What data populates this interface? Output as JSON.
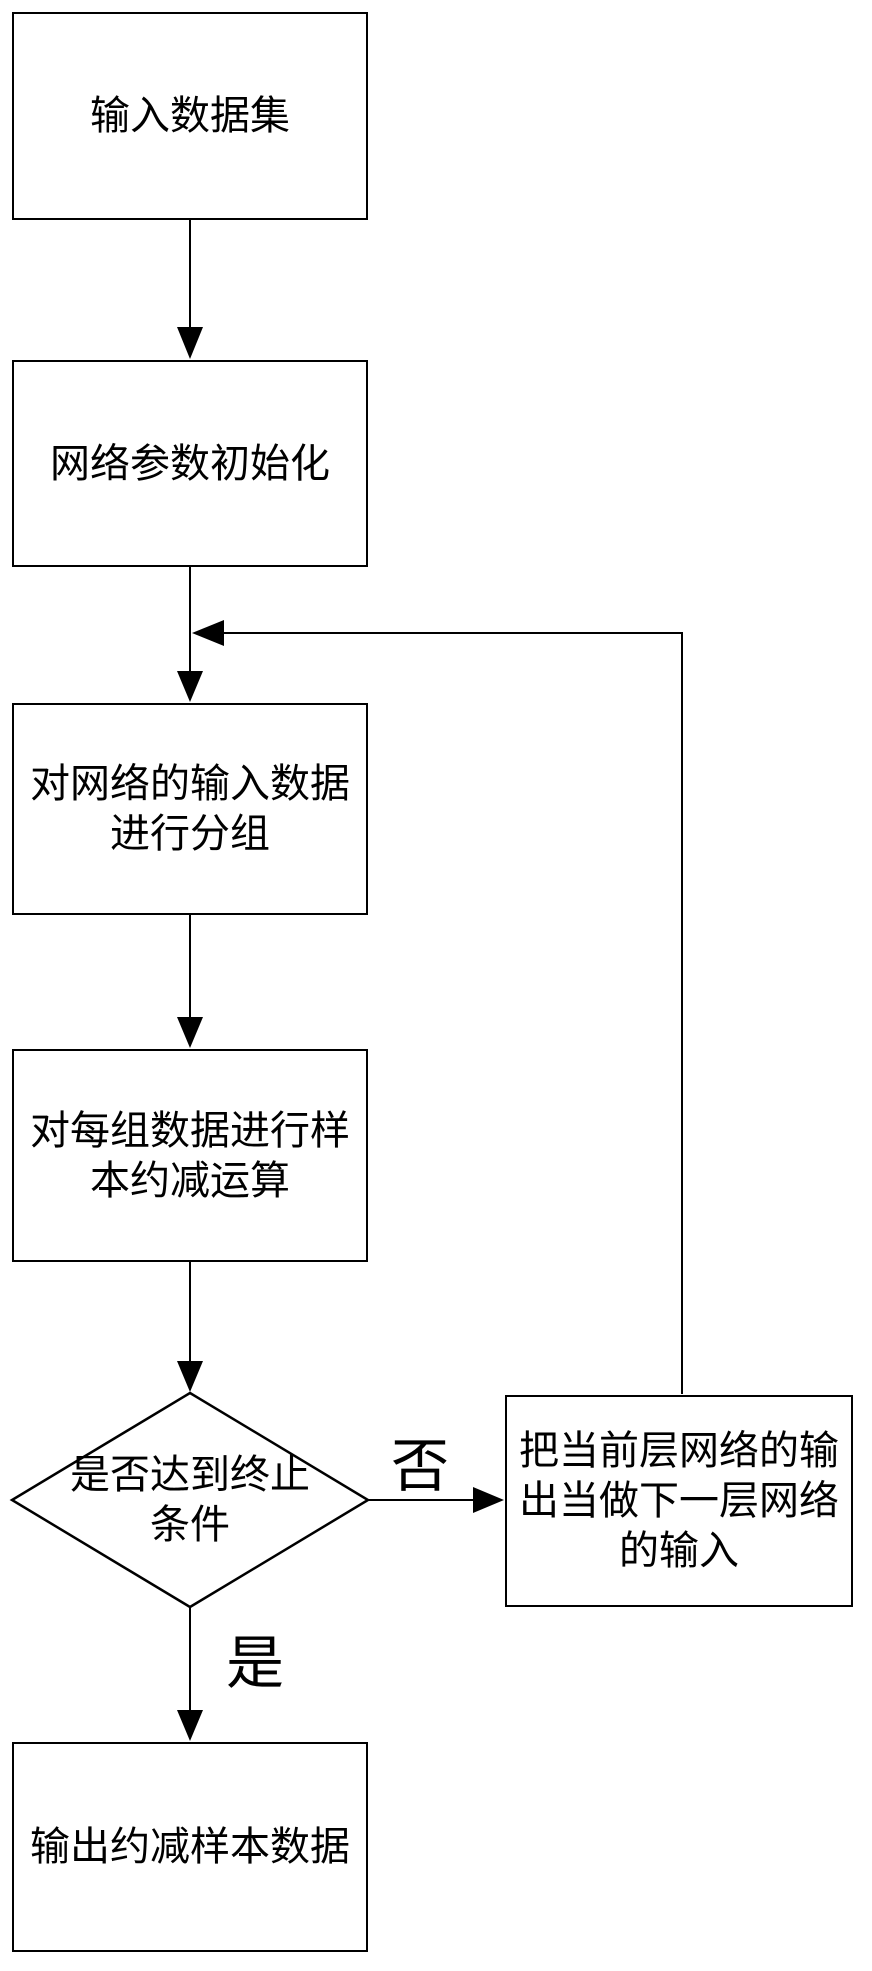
{
  "diagram": {
    "title": "sample-reduction-flowchart",
    "colors": {
      "background": "#ffffff",
      "stroke": "#000000",
      "text": "#000000"
    },
    "nodes": {
      "input": {
        "lines": [
          "输入数据集"
        ]
      },
      "init": {
        "lines": [
          "网络参数初始化"
        ]
      },
      "group": {
        "lines": [
          "对网络的输入数据",
          "进行分组"
        ]
      },
      "reduce": {
        "lines": [
          "对每组数据进行样",
          "本约减运算"
        ]
      },
      "decision": {
        "lines": [
          "是否达到终止",
          "条件"
        ]
      },
      "feedback": {
        "lines": [
          "把当前层网络的输",
          "出当做下一层网络",
          "的输入"
        ]
      },
      "output": {
        "lines": [
          "输出约减样本数据"
        ]
      }
    },
    "edge_labels": {
      "no": "否",
      "yes": "是"
    }
  }
}
